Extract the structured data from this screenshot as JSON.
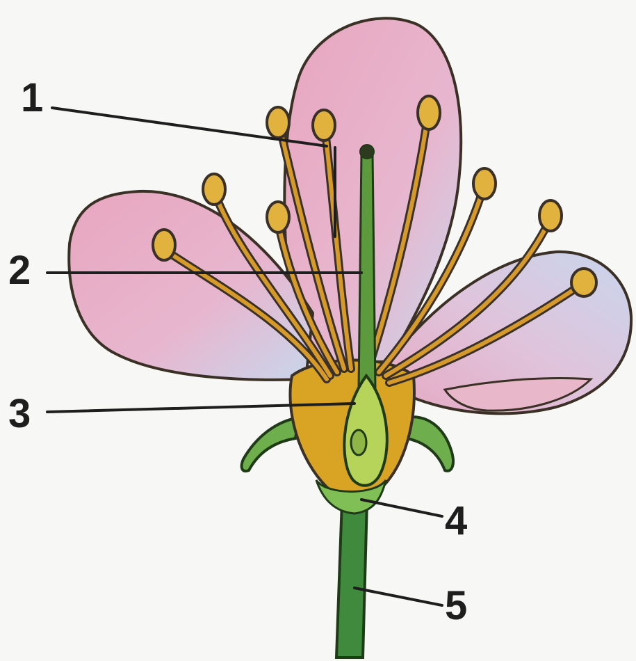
{
  "labels": [
    {
      "id": "1",
      "text": "1"
    },
    {
      "id": "2",
      "text": "2"
    },
    {
      "id": "3",
      "text": "3"
    },
    {
      "id": "4",
      "text": "4"
    },
    {
      "id": "5",
      "text": "5"
    }
  ],
  "colors": {
    "background": "#f7f7f5",
    "petal": "#e9a6bf",
    "petal_shade": "#c8d6ec",
    "outline": "#3a3026",
    "filament": "#d59a2a",
    "anther": "#e2b23f",
    "receptacle": "#d9a424",
    "ovary": "#b6d35a",
    "stem": "#3f8a3c",
    "sepal": "#6fae4d",
    "leader_line": "#1e1e1e"
  }
}
